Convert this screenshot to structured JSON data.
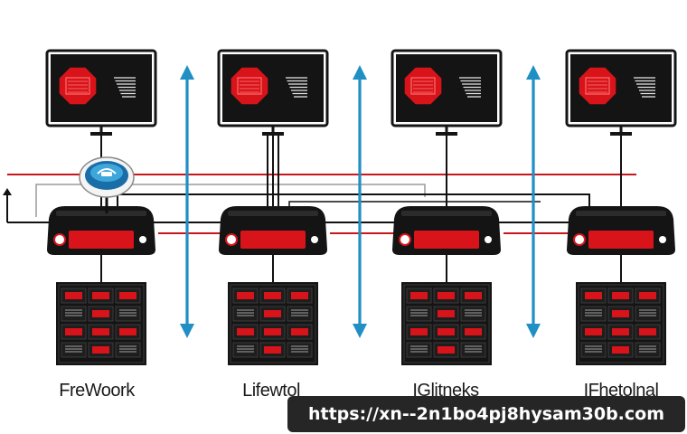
{
  "columns": [
    {
      "label": "FreWoork"
    },
    {
      "label": "Lifewtol"
    },
    {
      "label": "IGlitneks"
    },
    {
      "label": "IFhetolnal"
    }
  ],
  "watermark": {
    "url": "https://xn--2n1bo4pj8hysam30b.com"
  },
  "colors": {
    "device_body": "#141414",
    "accent_red": "#d8141a",
    "link_blue": "#1f8fc4",
    "banner_bg": "#262626",
    "line_dark": "#111111",
    "line_red": "#c8161b",
    "line_gray": "#9a9a9a"
  },
  "icons": {
    "monitor": "monitor-icon",
    "router": "router-icon",
    "server_rack": "server-rack-icon",
    "arrow": "bidirectional-arrow-icon",
    "hub": "network-hub-icon"
  }
}
